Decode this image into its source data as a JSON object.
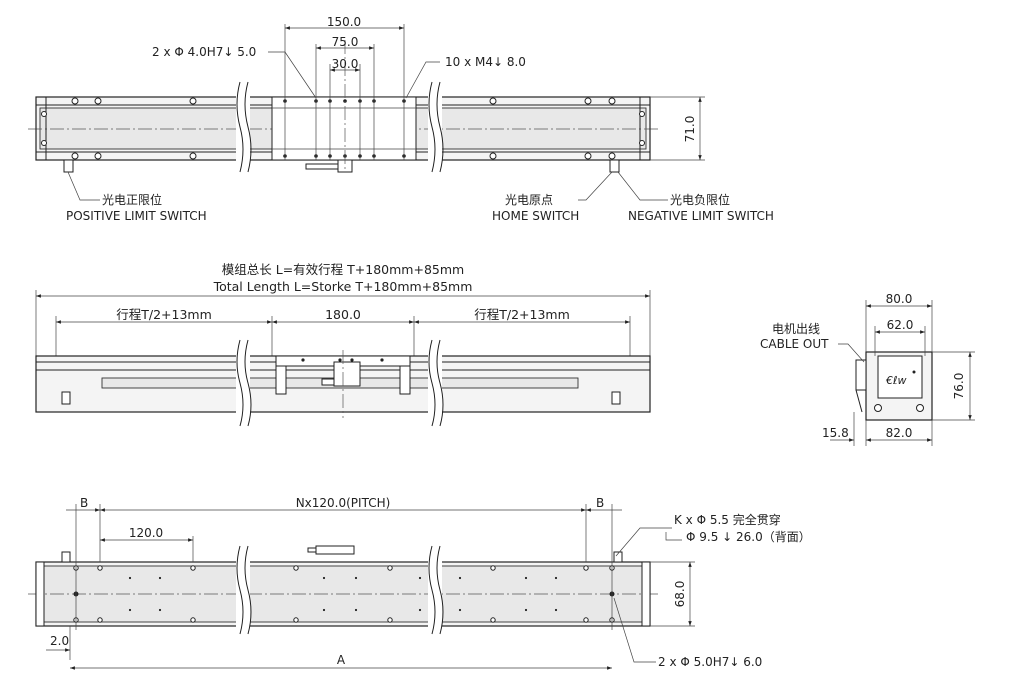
{
  "top_view": {
    "dim_150": "150.0",
    "dim_75": "75.0",
    "dim_30": "30.0",
    "dim_71": "71.0",
    "pin_hole_note": "2 x Φ 4.0H7↓ 5.0",
    "thread_note": "10 x  M4↓ 8.0",
    "positive_cn": "光电正限位",
    "positive_en": "POSITIVE LIMIT SWITCH",
    "home_cn": "光电原点",
    "home_en": "HOME  SWITCH",
    "negative_cn": "光电负限位",
    "negative_en": "NEGATIVE LIMIT SWITCH"
  },
  "side_view": {
    "total_cn": "模组总长 L=有效行程 T+180mm+85mm",
    "total_en": "Total Length L=Storke T+180mm+85mm",
    "stroke_left": "行程T/2+13mm",
    "stroke_mid": "180.0",
    "stroke_right": "行程T/2+13mm"
  },
  "end_view": {
    "dim_80": "80.0",
    "dim_62": "62.0",
    "dim_76": "76.0",
    "dim_82": "82.0",
    "dim_158": "15.8",
    "cable_cn": "电机出线",
    "cable_en": "CABLE OUT"
  },
  "bottom_view": {
    "b_left": "B",
    "b_right": "B",
    "pitch": "Nx120.0(PITCH)",
    "dim_120": "120.0",
    "dim_68": "68.0",
    "dim_2": "2.0",
    "dim_a": "A",
    "through_note": "K x Φ 5.5 完全贯穿",
    "counterbore_note": "Φ 9.5 ↓ 26.0（背面）",
    "pin_note": "2 x Φ 5.0H7↓ 6.0"
  }
}
